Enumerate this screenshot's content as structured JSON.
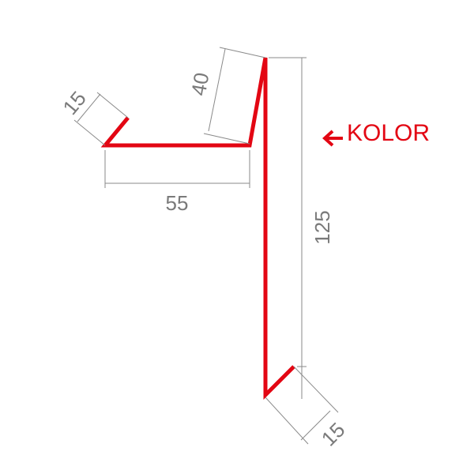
{
  "dimensions": {
    "flange_left": "15",
    "width": "55",
    "slope": "40",
    "height": "125",
    "flange_bottom": "15"
  },
  "label": {
    "text": "KOLOR",
    "icon": "arrow-left-icon"
  },
  "colors": {
    "profile": "#e30613",
    "dimension_lines": "#8a8a8a",
    "dimension_text": "#7a7a7a"
  }
}
